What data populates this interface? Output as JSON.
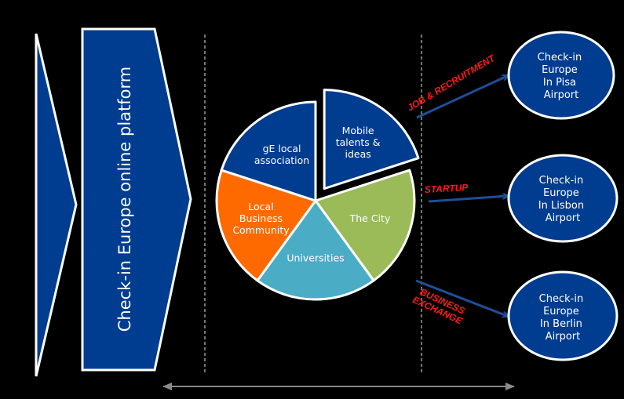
{
  "platform": {
    "label": "Check-in Europe online platform",
    "fill": "#003C8F"
  },
  "pie": {
    "slices": [
      {
        "id": "mobile-talents",
        "lines": [
          "Mobile",
          "talents &",
          "ideas"
        ],
        "share": 0.2,
        "color": "#003C8F",
        "exploded": true
      },
      {
        "id": "the-city",
        "lines": [
          "The City"
        ],
        "share": 0.2,
        "color": "#9BBB59",
        "exploded": false
      },
      {
        "id": "universities",
        "lines": [
          "Universities"
        ],
        "share": 0.2,
        "color": "#4BACC6",
        "exploded": false
      },
      {
        "id": "local-business",
        "lines": [
          "Local",
          "Business",
          "Community"
        ],
        "share": 0.2,
        "color": "#FF6A00",
        "exploded": false
      },
      {
        "id": "ge-local",
        "lines": [
          "gE local",
          "association"
        ],
        "share": 0.2,
        "color": "#003C8F",
        "exploded": false
      }
    ]
  },
  "connections": [
    {
      "id": "job-recruitment",
      "label": "JOB & RECRUITMENT",
      "target": "pisa"
    },
    {
      "id": "startup",
      "label": "STARTUP",
      "target": "lisbon"
    },
    {
      "id": "business-exchange",
      "label_lines": [
        "BUSINESS",
        "EXCHANGE"
      ],
      "target": "berlin"
    }
  ],
  "airports": [
    {
      "id": "pisa",
      "lines": [
        "Check-in",
        "Europe",
        "In Pisa",
        "Airport"
      ]
    },
    {
      "id": "lisbon",
      "lines": [
        "Check-in",
        "Europe",
        "In Lisbon",
        "Airport"
      ]
    },
    {
      "id": "berlin",
      "lines": [
        "Check-in",
        "Europe",
        "In Berlin",
        "Airport"
      ]
    }
  ],
  "colors": {
    "navy": "#003C8F",
    "arrow": "#1F4E9A",
    "label_red": "#FF1A1A",
    "divider": "#9a9a9a"
  }
}
